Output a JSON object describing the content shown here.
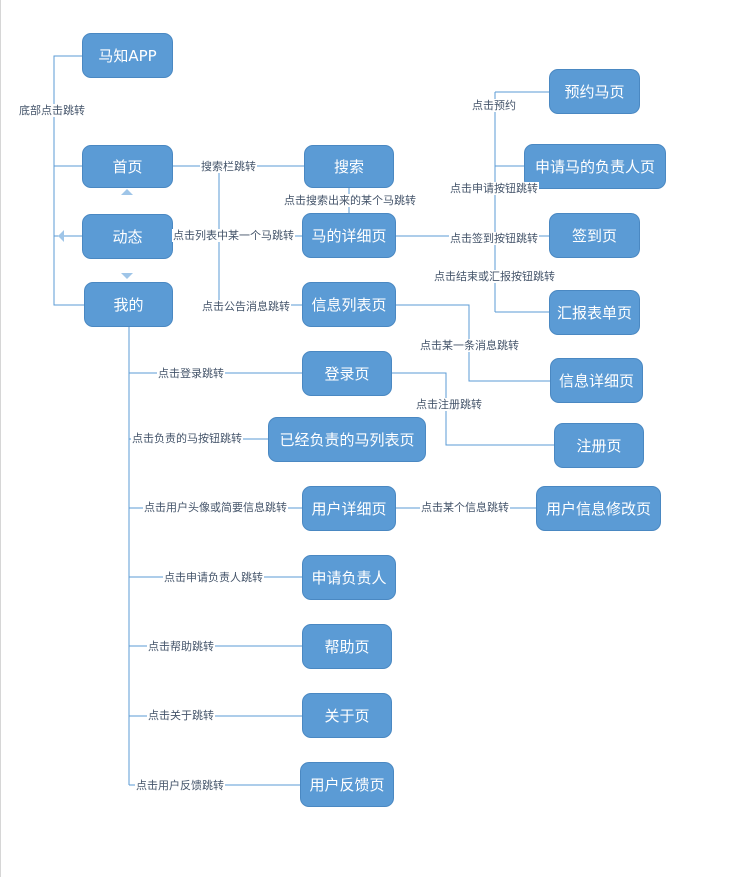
{
  "diagram": {
    "colors": {
      "node_fill": "#5b9bd5",
      "node_text": "#ffffff",
      "edge": "#5b9bd5",
      "label_text": "#44546a"
    },
    "nodes": {
      "app": "马知APP",
      "home": "首页",
      "feed": "动态",
      "mine": "我的",
      "search": "搜索",
      "horse_detail": "马的详细页",
      "info_list": "信息列表页",
      "login": "登录页",
      "managed_horses": "已经负责的马列表页",
      "user_detail": "用户详细页",
      "apply_manager": "申请负责人",
      "help": "帮助页",
      "about": "关于页",
      "feedback": "用户反馈页",
      "booking": "预约马页",
      "apply_horse_manager": "申请马的负责人页",
      "checkin": "签到页",
      "report_form": "汇报表单页",
      "info_detail": "信息详细页",
      "register": "注册页",
      "user_edit": "用户信息修改页"
    },
    "edge_labels": {
      "bottom_nav": "底部点击跳转",
      "search_bar": "搜索栏跳转",
      "search_result": "点击搜索出来的某个马跳转",
      "list_item": "点击列表中某一个马跳转",
      "notice": "点击公告消息跳转",
      "booking": "点击预约",
      "apply_btn": "点击申请按钮跳转",
      "checkin_btn": "点击签到按钮跳转",
      "end_report": "点击结束或汇报按钮跳转",
      "message_item": "点击某一条消息跳转",
      "register": "点击注册跳转",
      "login": "点击登录跳转",
      "managed_btn": "点击负责的马按钮跳转",
      "avatar": "点击用户头像或简要信息跳转",
      "some_info": "点击某个信息跳转",
      "apply_manager": "点击申请负责人跳转",
      "help": "点击帮助跳转",
      "about": "点击关于跳转",
      "feedback": "点击用户反馈跳转"
    }
  }
}
